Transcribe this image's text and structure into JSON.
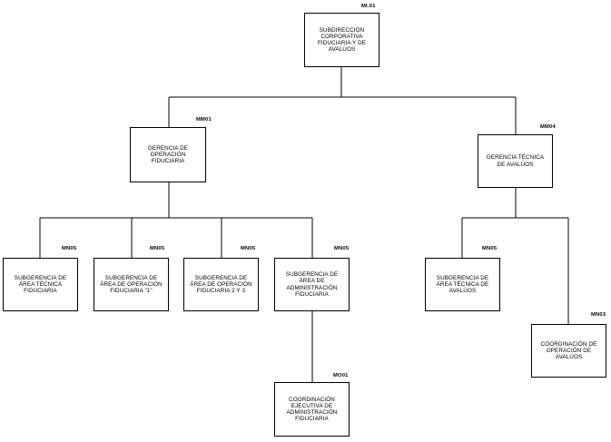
{
  "org_chart": {
    "nodes": [
      {
        "id": "root",
        "label": "SUBDIRECCIÓN CORPORATIVA FIDUCIARIA Y DE AVALÚOS",
        "code": "MI.01"
      },
      {
        "id": "g1",
        "label": "GERENCIA DE OPERACIÓN FIDUCIARIA",
        "code": "MM01"
      },
      {
        "id": "g2",
        "label": "GERENCIA TÉCNICA DE AVALÚOS",
        "code": "MM04"
      },
      {
        "id": "s1",
        "label": "SUBGERENCIA DE ÁREA TÉCNICA FIDUCIARIA",
        "code": "MN05"
      },
      {
        "id": "s2",
        "label": "SUBGERENCIA DE ÁREA DE OPERACIÓN FIDUCIARIA \"1\"",
        "code": "MN05"
      },
      {
        "id": "s3",
        "label": "SUBGERENCIA DE ÁREA DE OPERACIÓN FIDUCIARIA 2 Y 3",
        "code": "MN05"
      },
      {
        "id": "s4",
        "label": "SUBGERENCIA DE ÁREA DE ADMINISTRACIÓN FIDUCIARIA",
        "code": "MN05"
      },
      {
        "id": "s5",
        "label": "SUBGERENCIA DE ÁREA TÉCNICA DE AVALÚOS",
        "code": "MN05"
      },
      {
        "id": "c2",
        "label": "COORDINACIÓN DE OPERACIÓN DE AVALÚOS",
        "code": "MN03"
      },
      {
        "id": "c1",
        "label": "COORDINACIÓN EJECUTIVA DE ADMINISTRACIÓN FIDUCIARIA",
        "code": "MO01"
      }
    ]
  }
}
